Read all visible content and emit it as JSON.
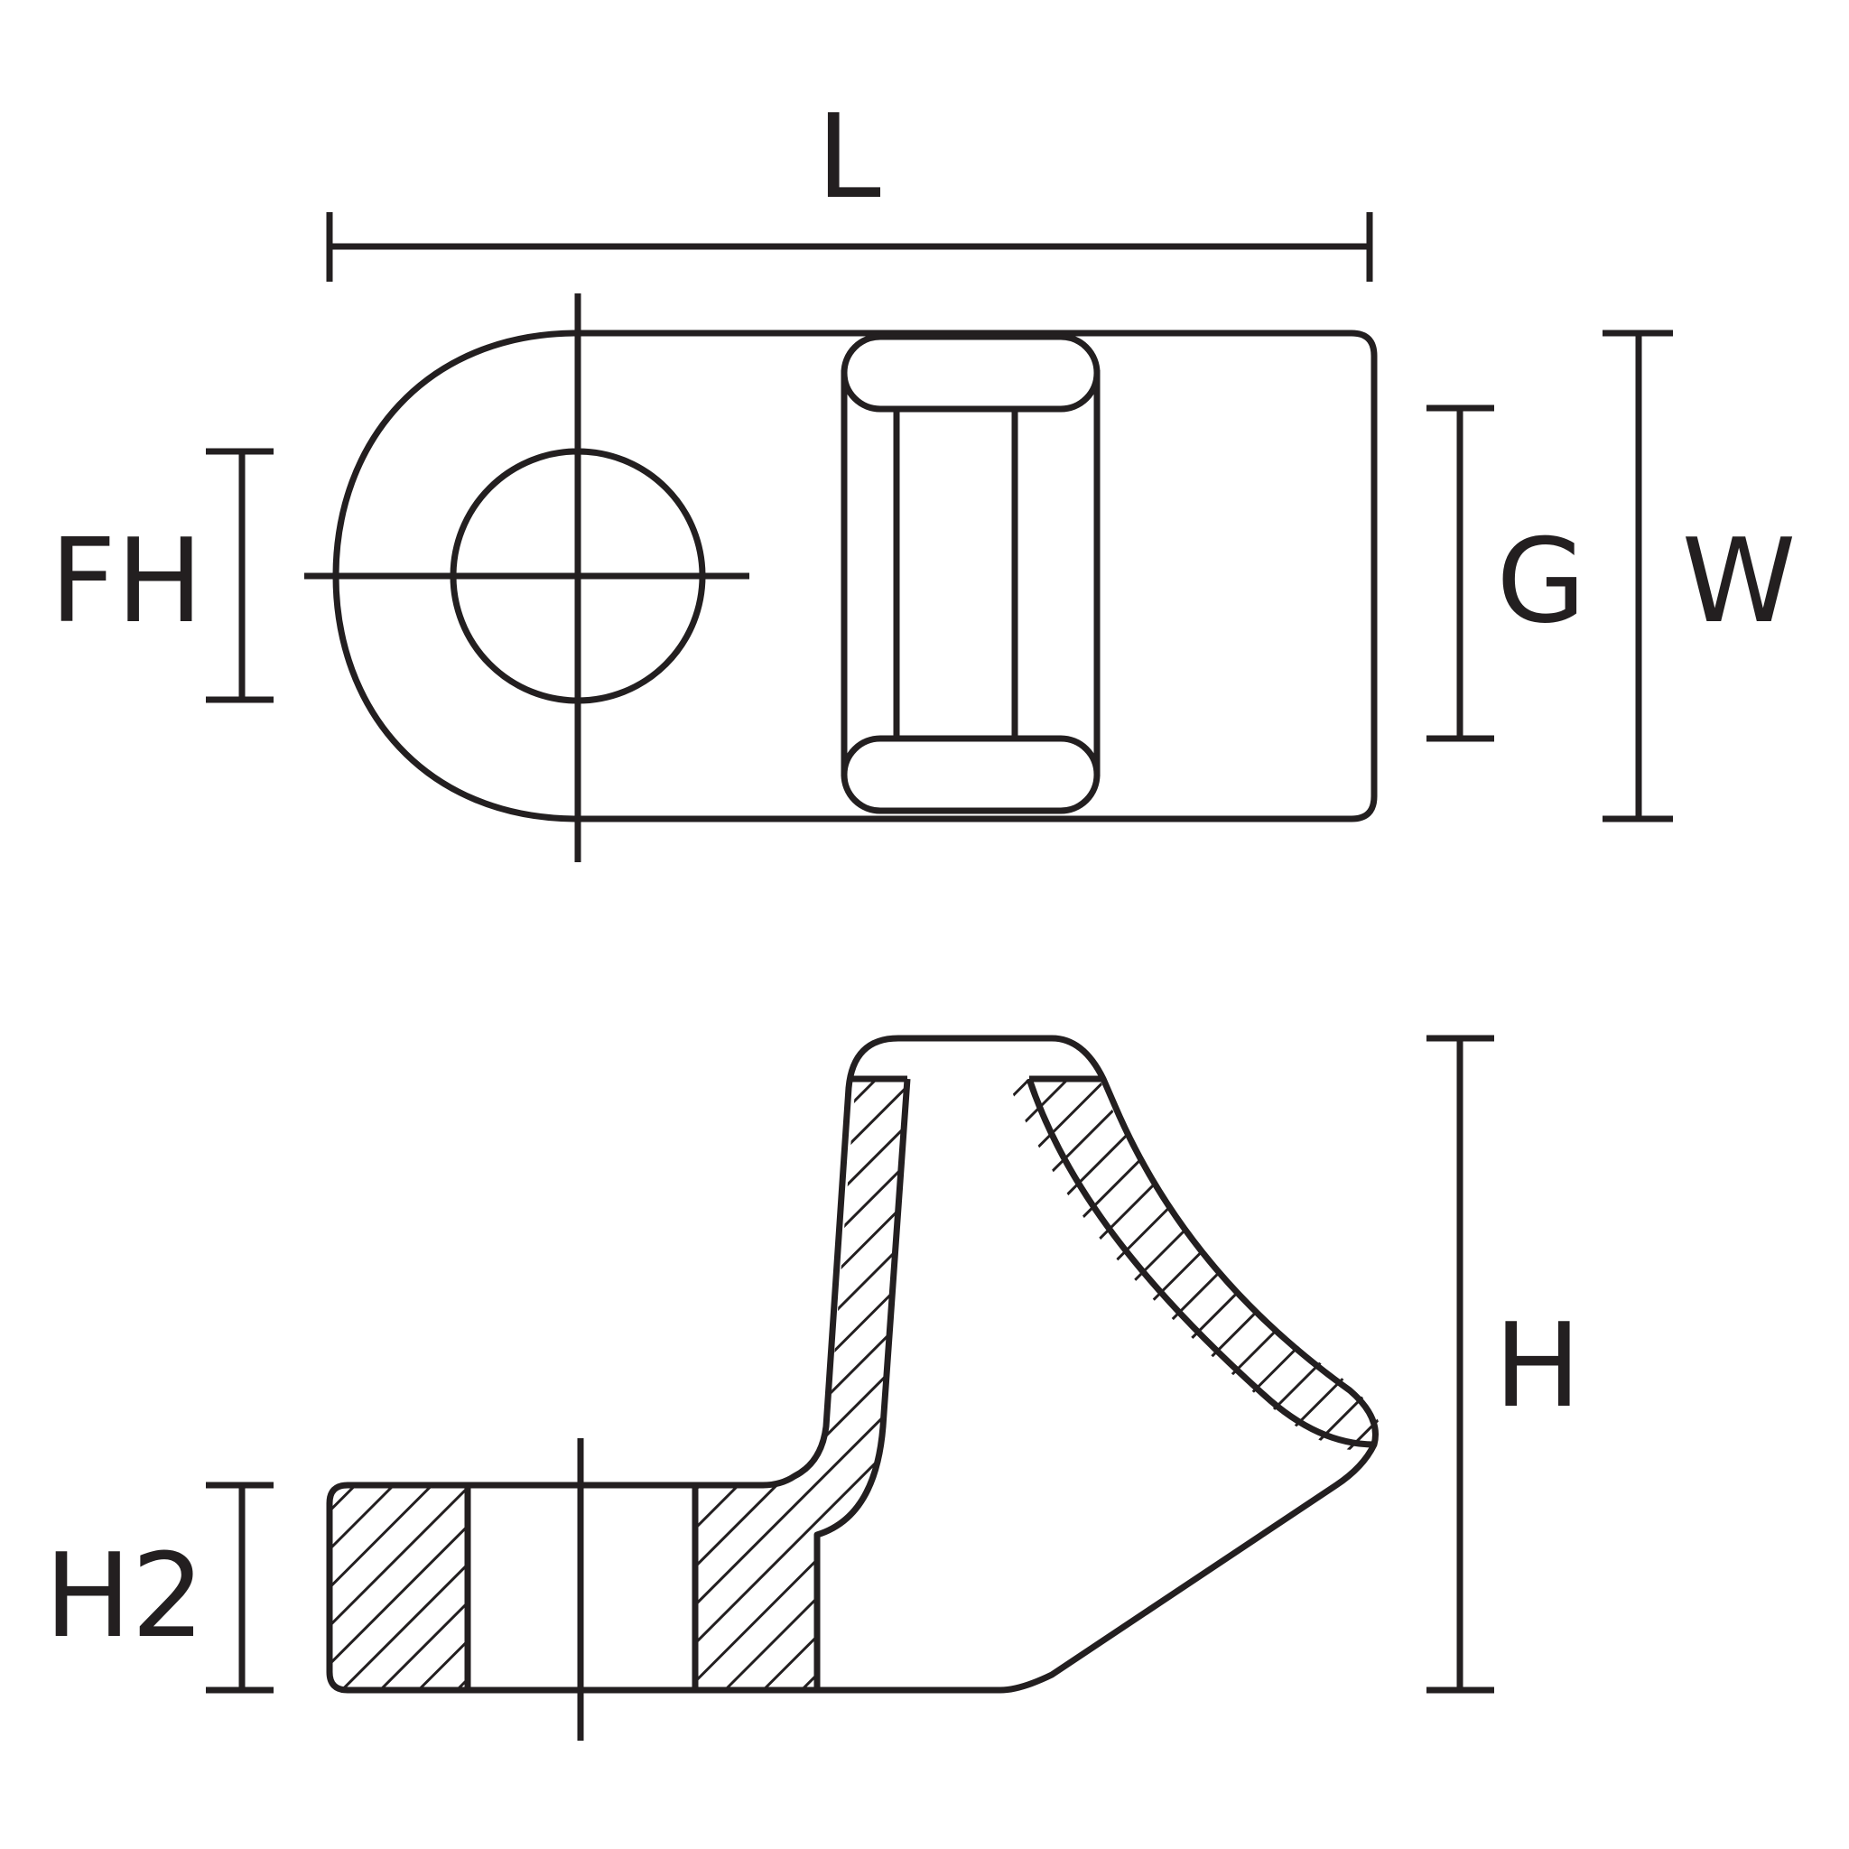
{
  "labels": {
    "L": "L",
    "FH": "FH",
    "G": "G",
    "W": "W",
    "H": "H",
    "H2": "H2"
  },
  "colors": {
    "line": "#231f20",
    "background": "#ffffff"
  }
}
